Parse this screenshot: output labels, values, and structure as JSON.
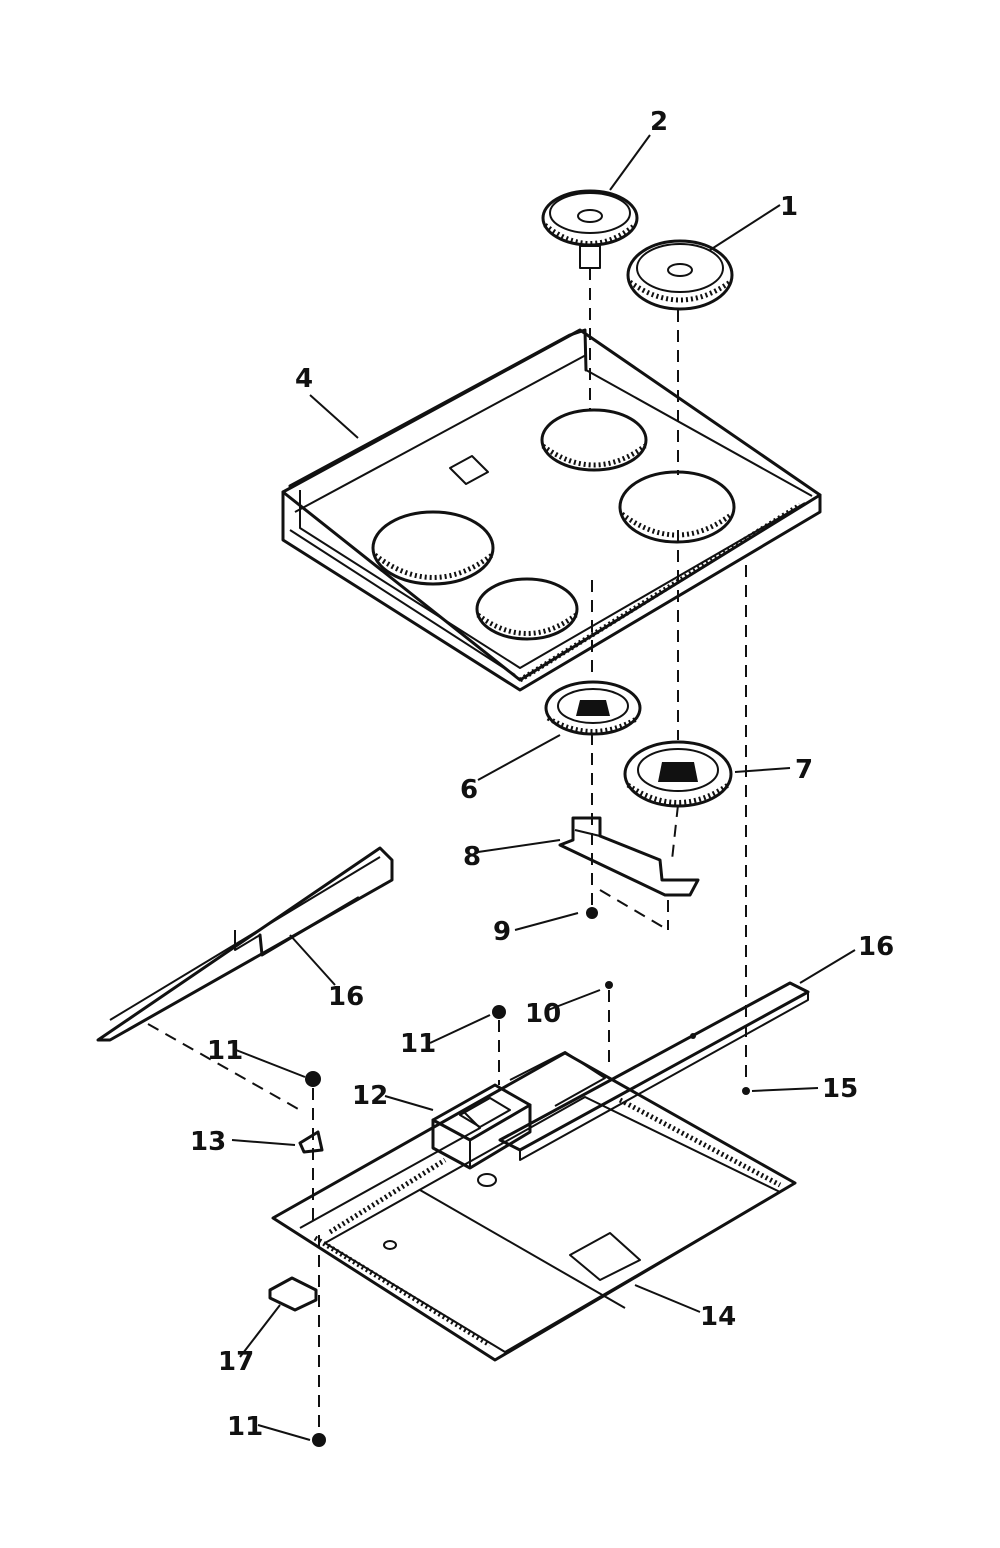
{
  "diagram": {
    "callouts": [
      {
        "id": "c1",
        "text": "1"
      },
      {
        "id": "c2",
        "text": "2"
      },
      {
        "id": "c4",
        "text": "4"
      },
      {
        "id": "c6",
        "text": "6"
      },
      {
        "id": "c7",
        "text": "7"
      },
      {
        "id": "c8",
        "text": "8"
      },
      {
        "id": "c9",
        "text": "9"
      },
      {
        "id": "c10",
        "text": "10"
      },
      {
        "id": "c11a",
        "text": "11"
      },
      {
        "id": "c11b",
        "text": "11"
      },
      {
        "id": "c11c",
        "text": "11"
      },
      {
        "id": "c12",
        "text": "12"
      },
      {
        "id": "c13",
        "text": "13"
      },
      {
        "id": "c14",
        "text": "14"
      },
      {
        "id": "c15",
        "text": "15"
      },
      {
        "id": "c16a",
        "text": "16"
      },
      {
        "id": "c16b",
        "text": "16"
      },
      {
        "id": "c17",
        "text": "17"
      }
    ]
  }
}
